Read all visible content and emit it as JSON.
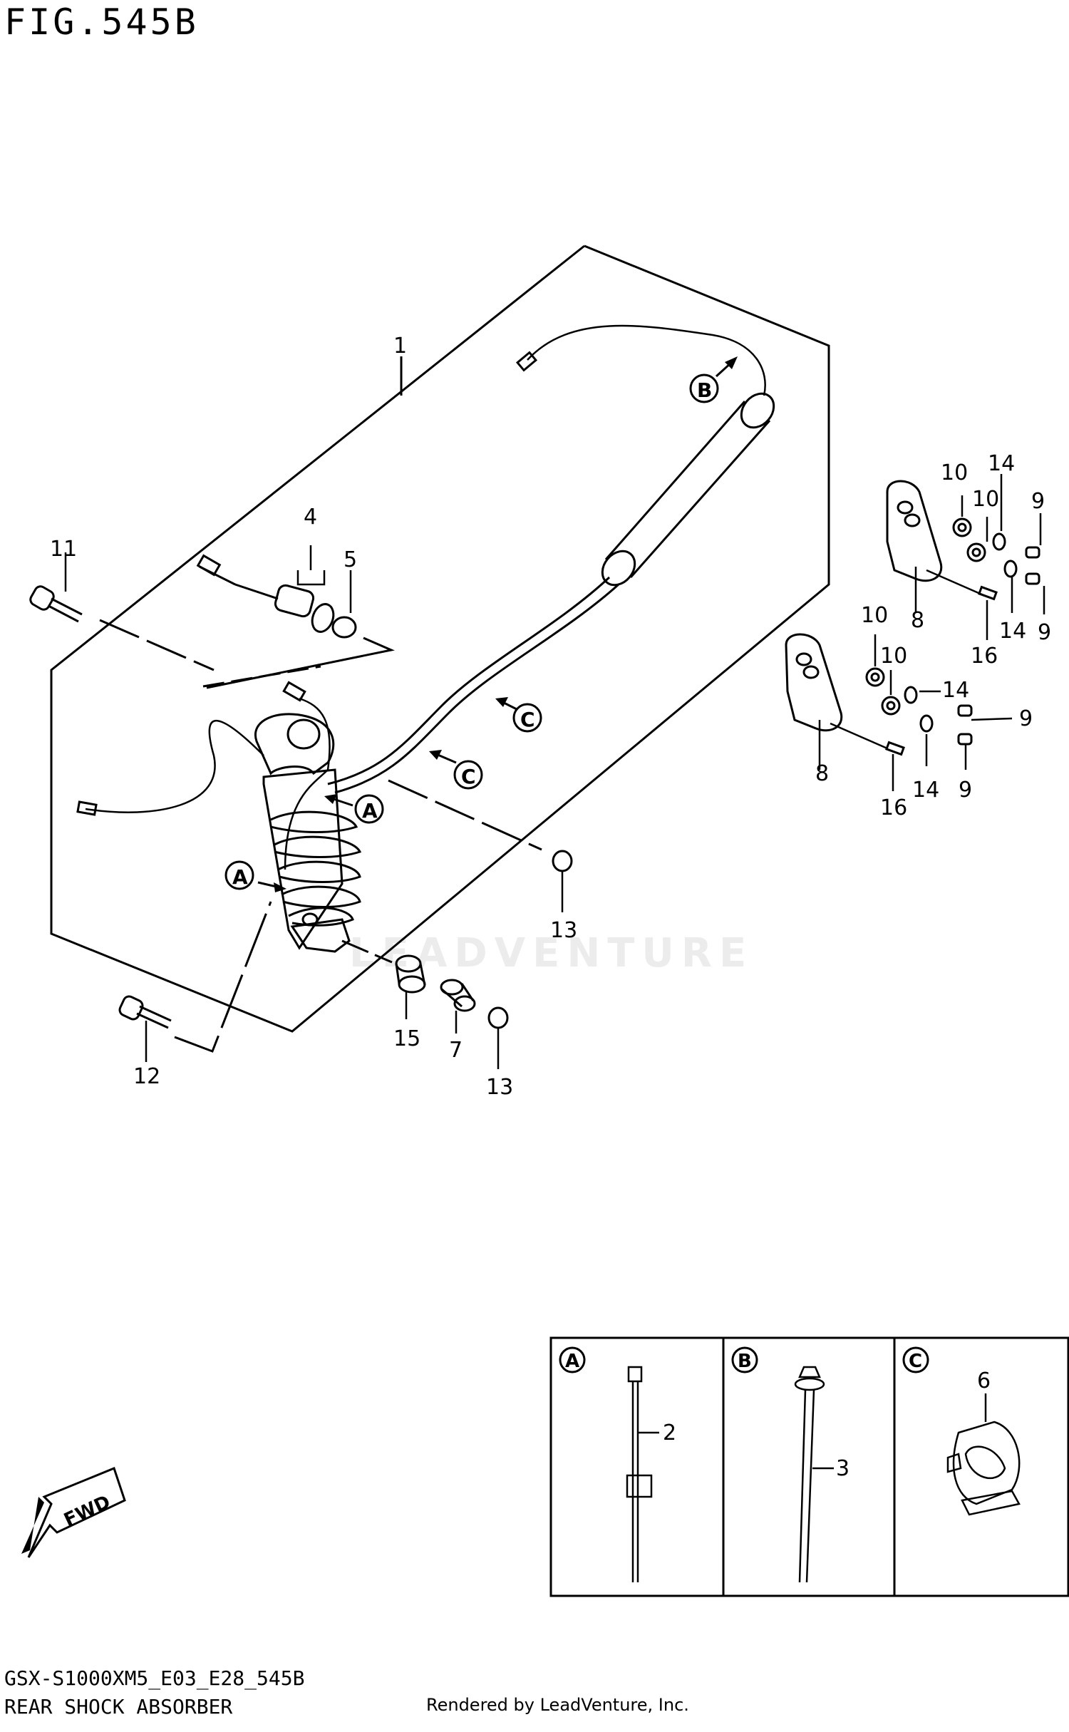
{
  "figure": {
    "title": "FIG.545B"
  },
  "footer": {
    "code": "GSX-S1000XM5_E03_E28_545B",
    "name": "REAR SHOCK ABSORBER",
    "rendered_by": "Rendered by LeadVenture, Inc."
  },
  "watermark": "LEADVENTURE",
  "callouts": {
    "c1": "1",
    "c2": "2",
    "c3": "3",
    "c4": "4",
    "c5": "5",
    "c6": "6",
    "c7": "7",
    "c8a": "8",
    "c8b": "8",
    "c9a": "9",
    "c9b": "9",
    "c9c": "9",
    "c9d": "9",
    "c10a": "10",
    "c10b": "10",
    "c10c": "10",
    "c10d": "10",
    "c11": "11",
    "c12": "12",
    "c13a": "13",
    "c13b": "13",
    "c14a": "14",
    "c14b": "14",
    "c14c": "14",
    "c14d": "14",
    "c15": "15",
    "c16a": "16",
    "c16b": "16"
  },
  "markers": {
    "A": "A",
    "B": "B",
    "C": "C"
  },
  "fwd": "FWD",
  "icons": [
    "fwd-arrow-icon",
    "cable-tie-icon",
    "clamp-icon"
  ]
}
